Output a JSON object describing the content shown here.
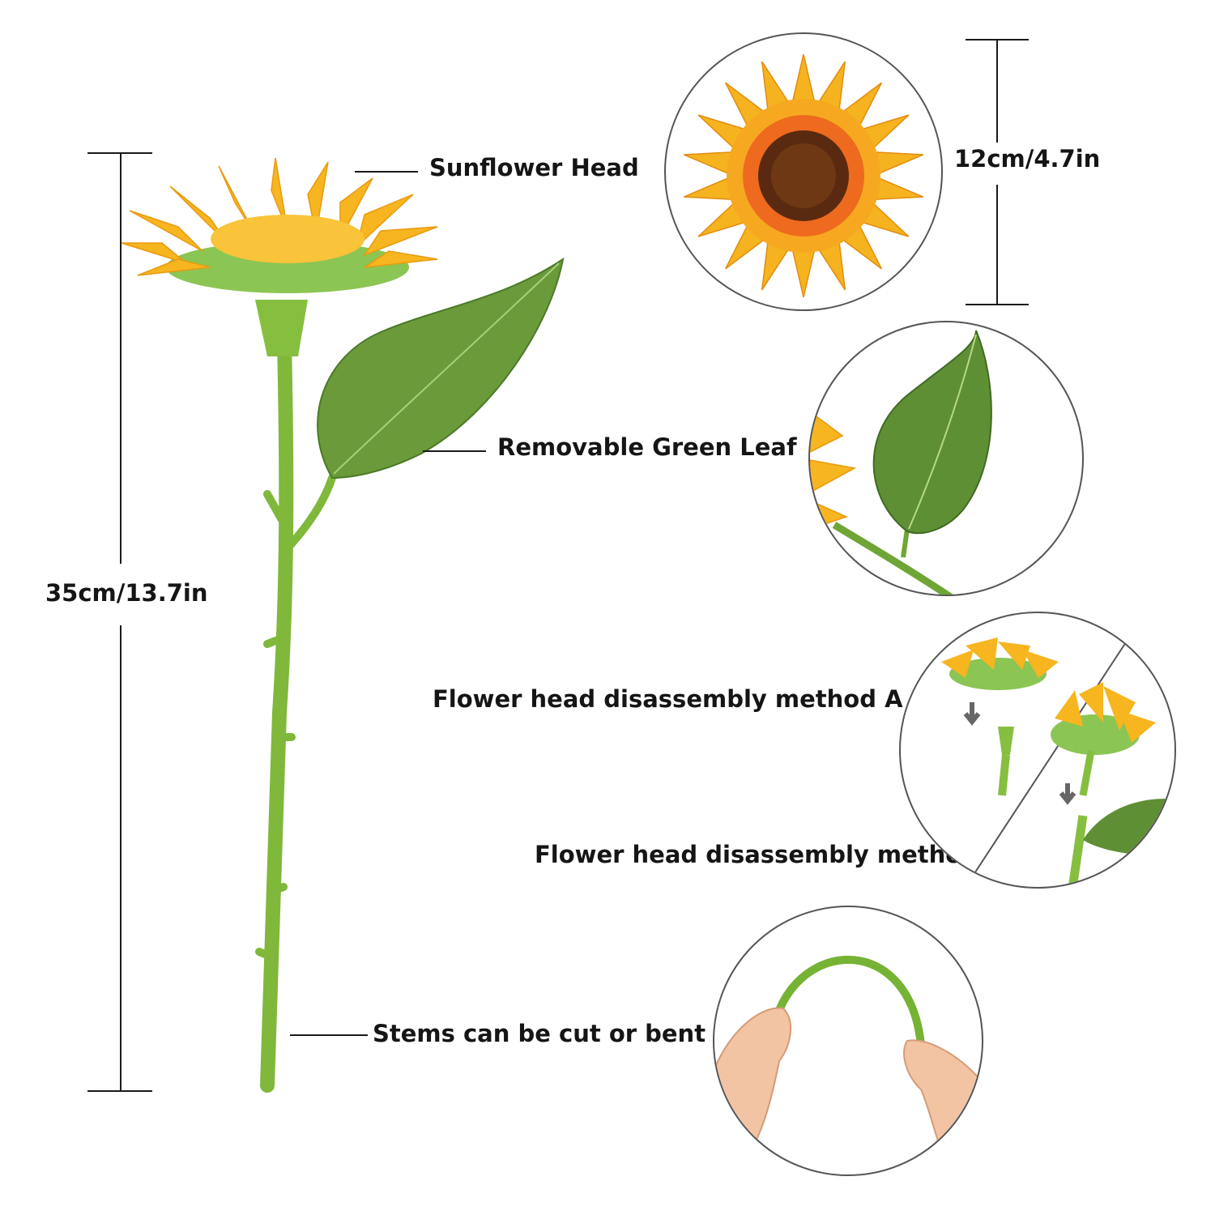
{
  "labels": {
    "sunflower_head": "Sunflower Head",
    "removable_leaf": "Removable Green Leaf",
    "method_a": "Flower head disassembly method A",
    "method_b": "Flower head disassembly method B",
    "stems": "Stems can be cut or bent"
  },
  "dimensions": {
    "total_height": "35cm/13.7in",
    "head_diameter": "12cm/4.7in"
  },
  "colors": {
    "petal": "#f7b51f",
    "petal_dark": "#f08a12",
    "center": "#5a2a10",
    "stem": "#7fb83a",
    "leaf": "#5f8f34",
    "text": "#151515"
  },
  "icons": [
    "sunflower",
    "leaf",
    "stem",
    "down-arrow",
    "hand"
  ]
}
